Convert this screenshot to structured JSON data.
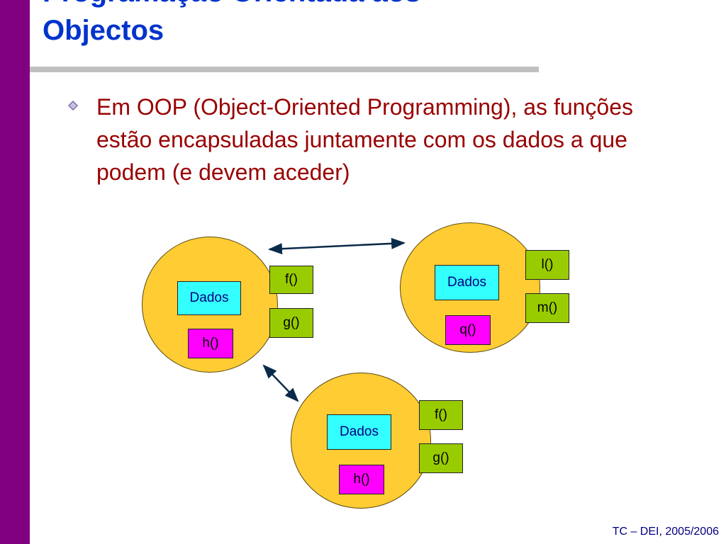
{
  "slide": {
    "title_lines": [
      "Programação Orientada aos",
      "Objectos"
    ],
    "bullet": "Em OOP (Object-Oriented Programming), as funções estão encapsuladas juntamente com os dados a que podem (e devem aceder)",
    "diagram": {
      "object1": {
        "data": "Dados",
        "f1": "f()",
        "f2": "g()",
        "f3": "h()"
      },
      "object2": {
        "data": "Dados",
        "f1": "l()",
        "f2": "m()",
        "f3": "q()"
      },
      "object3": {
        "data": "Dados",
        "f1": "f()",
        "f2": "g()",
        "f3": "h()"
      }
    },
    "footer": "TC – DEI, 2005/2006"
  },
  "colors": {
    "sidebar": "#800080",
    "title": "#0033cc",
    "bullet_text": "#990000",
    "object_fill": "#ffcc33",
    "data_box": "#33ffff",
    "function_box_green": "#99cc00",
    "function_box_magenta": "#ff00ff"
  },
  "icons": {
    "bullet": "diamond-bullet-icon"
  }
}
